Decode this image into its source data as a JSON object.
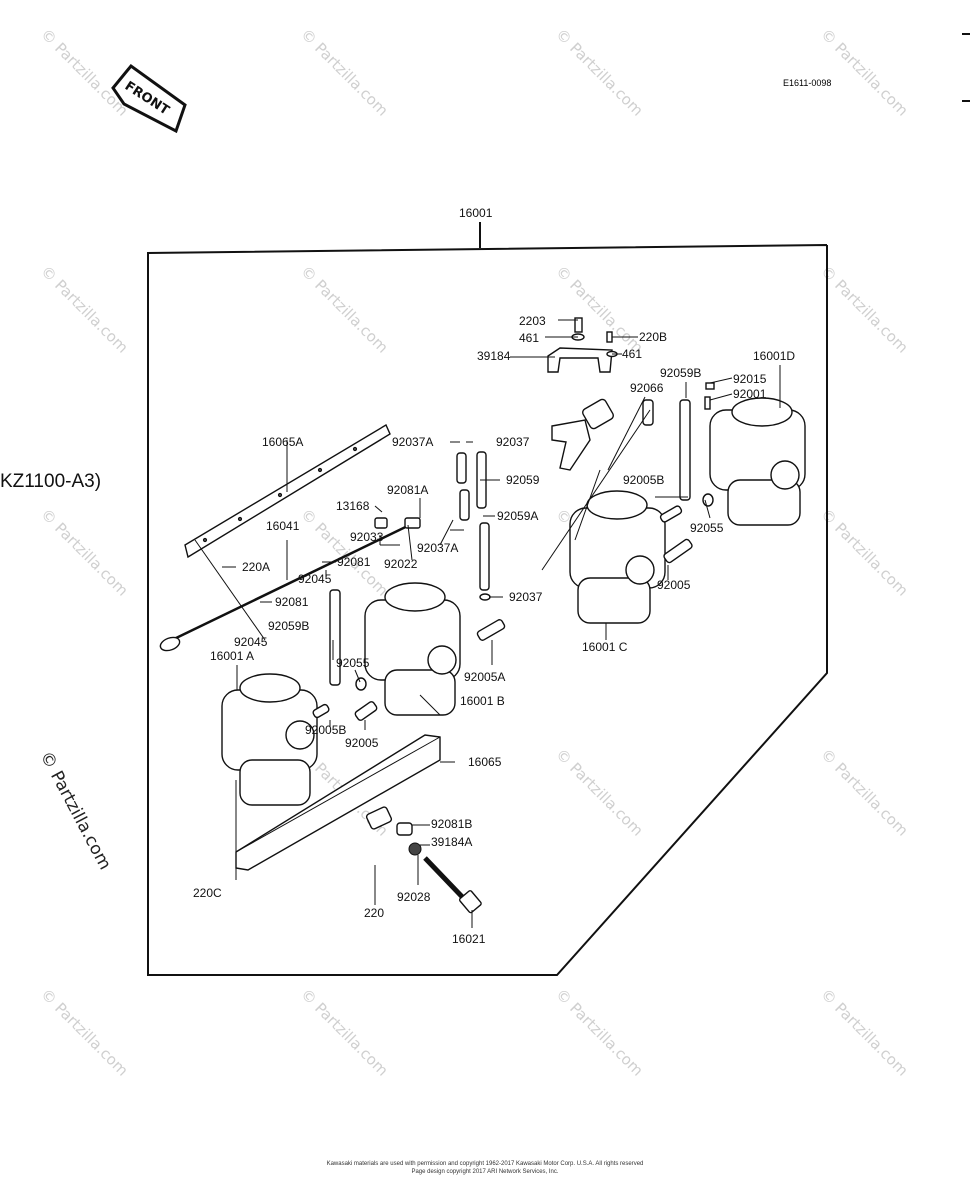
{
  "diagram": {
    "ref_code": "E1611-0098",
    "front_label": "FRONT",
    "model_label": "KZ1100-A3)",
    "watermark": "© Partzilla.com",
    "copyright_line1": "Kawasaki materials are used with permission and copyright 1962-2017 Kawasaki Motor Corp. U.S.A. All rights reserved",
    "copyright_line2": "Page design copyright 2017 ARI Network Services, Inc."
  },
  "labels": {
    "p16001": "16001",
    "p2203": "2203",
    "p461a": "461",
    "p220B": "220B",
    "p39184": "39184",
    "p461b": "461",
    "p16001D": "16001D",
    "p92059B_r": "92059B",
    "p92015": "92015",
    "p92066": "92066",
    "p92001": "92001",
    "p92037A_a": "92037A",
    "p92037_a": "92037",
    "p16065A": "16065A",
    "p92059": "92059",
    "p92005B_r": "92005B",
    "p13168": "13168",
    "p92081A": "92081A",
    "p92059A": "92059A",
    "p16041": "16041",
    "p92033": "92033",
    "p92037A_b": "92037A",
    "p92055_r": "92055",
    "p220A": "220A",
    "p92081_a": "92081",
    "p92022": "92022",
    "p92045_a": "92045",
    "p92005_r": "92005",
    "p92037_b": "92037",
    "p92081_b": "92081",
    "p92059B_l": "92059B",
    "p92045_b": "92045",
    "p16001C": "16001 C",
    "p16001A": "16001 A",
    "p92055_l": "92055",
    "p92005A": "92005A",
    "p16001B": "16001 B",
    "p92005B_l": "92005B",
    "p92005_l": "92005",
    "p16065": "16065",
    "p92081B": "92081B",
    "p39184A": "39184A",
    "p220C": "220C",
    "p92028": "92028",
    "p220": "220",
    "p16021": "16021"
  }
}
